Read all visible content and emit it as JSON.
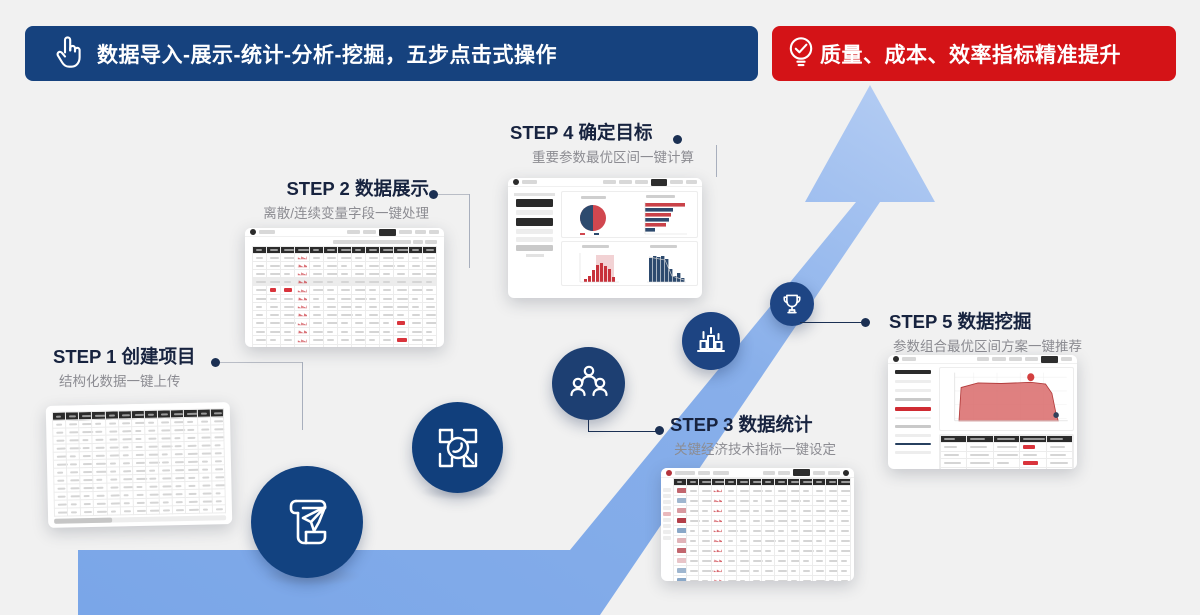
{
  "banners": {
    "blue": {
      "text": "数据导入-展示-统计-分析-挖掘，五步点击式操作",
      "icon": "hand-pointer-icon",
      "color": "#16427e"
    },
    "red": {
      "text": "质量、成本、效率指标精准提升",
      "icon": "check-circle-bulb-icon",
      "color": "#d41317"
    }
  },
  "arrow": {
    "color": "#7aa6e8",
    "head_color": "#aac6f0",
    "label": "upward-growth-arrow"
  },
  "steps": [
    {
      "id": "step1",
      "title": "STEP 1 创建项目",
      "subtitle": "结构化数据一键上传",
      "icon": "scroll-paperplane-icon",
      "screenshot": "data-table-screenshot"
    },
    {
      "id": "step2",
      "title": "STEP 2 数据展示",
      "subtitle": "离散/连续变量字段一键处理",
      "icon": "data-blocks-magnifier-icon",
      "screenshot": "variable-table-screenshot"
    },
    {
      "id": "step3",
      "title": "STEP 3 数据统计",
      "subtitle": "关键经济技术指标一键设定",
      "icon": "people-group-icon",
      "screenshot": "statistics-table-screenshot"
    },
    {
      "id": "step4",
      "title": "STEP 4 确定目标",
      "subtitle": "重要参数最优区间一键计算",
      "icon": "podium-chart-icon",
      "screenshot": "charts-dashboard-screenshot"
    },
    {
      "id": "step5",
      "title": "STEP 5 数据挖掘",
      "subtitle": "参数组合最优区间方案一键推荐",
      "icon": "trophy-icon",
      "screenshot": "area-chart-screenshot"
    }
  ],
  "colors": {
    "background": "#f1f1f1",
    "navy": "#12447f",
    "dark_navy": "#1b3053",
    "accent_red": "#d41317",
    "arrow_blue": "#7aa6e8",
    "label_title": "#17233f",
    "label_sub": "#8c8c92"
  }
}
